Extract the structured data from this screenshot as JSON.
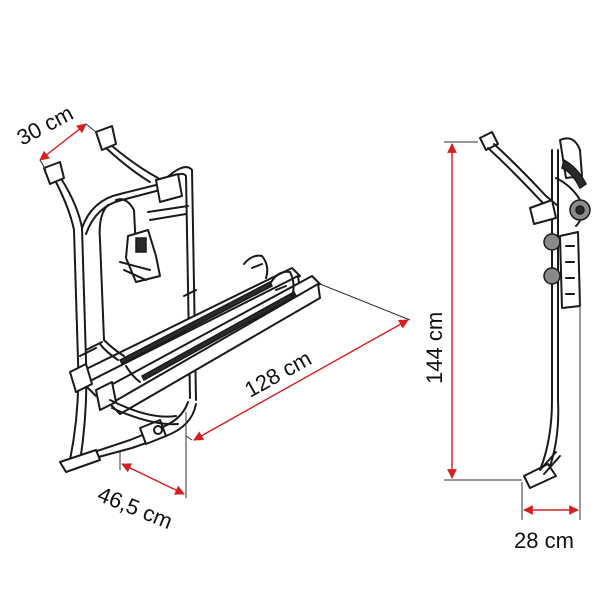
{
  "dimensions": {
    "width_top": "30 cm",
    "length": "128 cm",
    "depth": "46,5 cm",
    "height": "144 cm",
    "side_depth": "28 cm"
  },
  "colors": {
    "dimension_line": "#d42020",
    "outline": "#1a1a1a"
  }
}
